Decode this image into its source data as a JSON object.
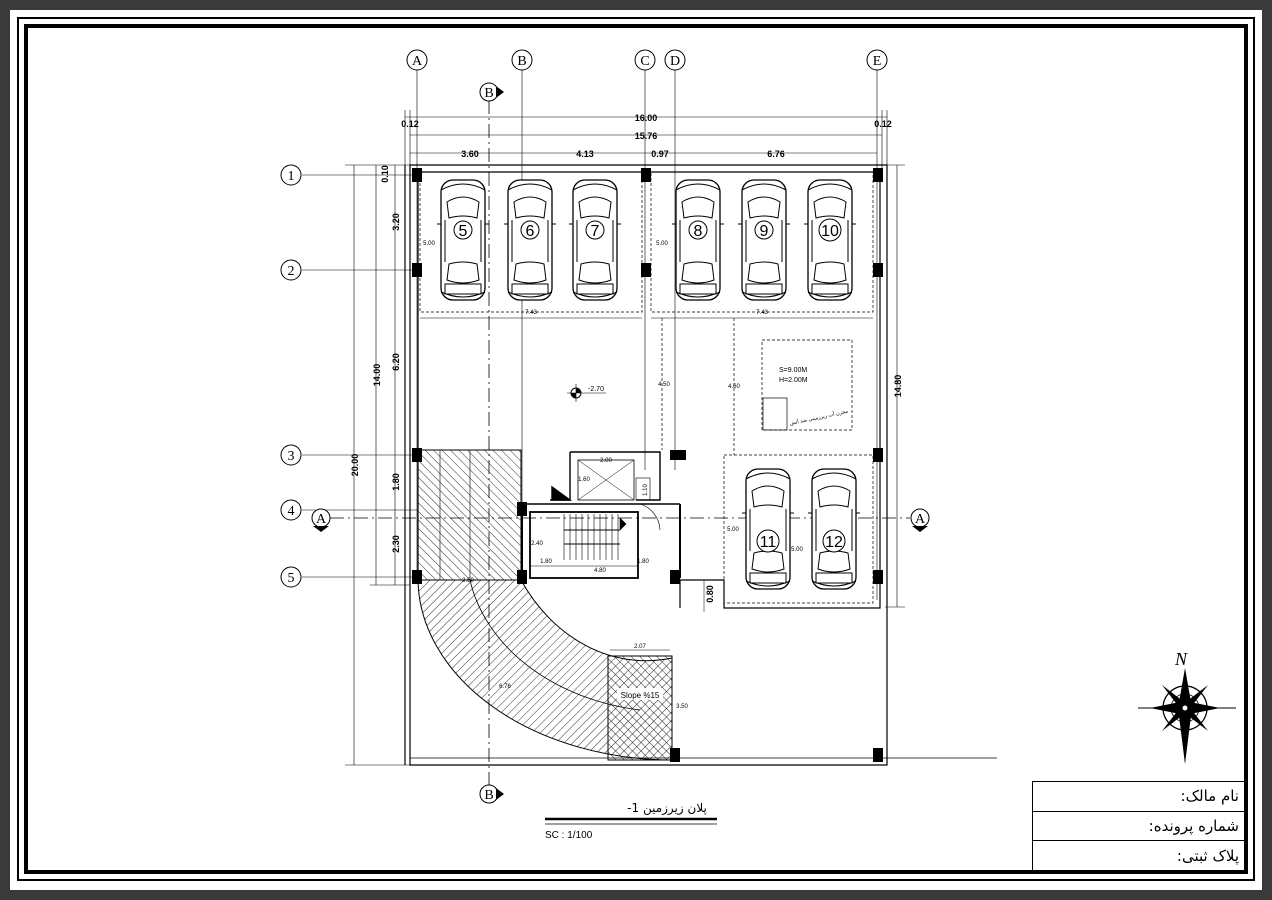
{
  "plan": {
    "grid_columns": [
      "A",
      "B",
      "C",
      "D",
      "E"
    ],
    "grid_rows": [
      "1",
      "2",
      "3",
      "4",
      "5"
    ],
    "section_marks": {
      "b": "B",
      "a": "A"
    },
    "top_dims": {
      "total": "16.00",
      "inner": "15.76",
      "edge_left": "0.12",
      "edge_right": "0.12",
      "span1": "3.60",
      "span2": "4.13",
      "span3": "0.97",
      "span4": "6.76"
    },
    "left_dims": {
      "d1": "0.10",
      "d2": "3.20",
      "d3": "6.20",
      "d4": "1.80",
      "d5": "2.30",
      "d14": "14.00",
      "d20": "20.00"
    },
    "right_dims": {
      "d148": "14.80"
    },
    "parking_dims": {
      "w500a": "5.00",
      "w500b": "5.00",
      "l743a": "7.43",
      "l743b": "7.43",
      "d450": "4.50",
      "d460": "4.60",
      "d500c": "5.00",
      "d500d": "5.00"
    },
    "spaces": [
      "5",
      "6",
      "7",
      "8",
      "9",
      "10",
      "11",
      "12"
    ],
    "level_mark": "-2.70",
    "water_tank": {
      "s": "S=9.00M",
      "h": "H=2.00M",
      "note": "مخزن آب زیرزمینی ضد آتش"
    },
    "stair_dims": {
      "a": "2.00",
      "b": "1.60",
      "c": "2.40",
      "d": "1.80",
      "e": "1.80",
      "f": "4.80",
      "g": "1.10"
    },
    "misc_dims": {
      "d080": "0.80",
      "d350": "3.50",
      "d207": "2.07",
      "d350b": "3.50",
      "d676": "6.76"
    },
    "ramp_slope": "Slope %15",
    "title": "پلان زیرزمین 1-",
    "scale": "SC : 1/100",
    "north": "N"
  },
  "title_block": {
    "owner": "نام مالک:",
    "file_number": "شماره پرونده:",
    "plate": "پلاک ثبتی:"
  }
}
